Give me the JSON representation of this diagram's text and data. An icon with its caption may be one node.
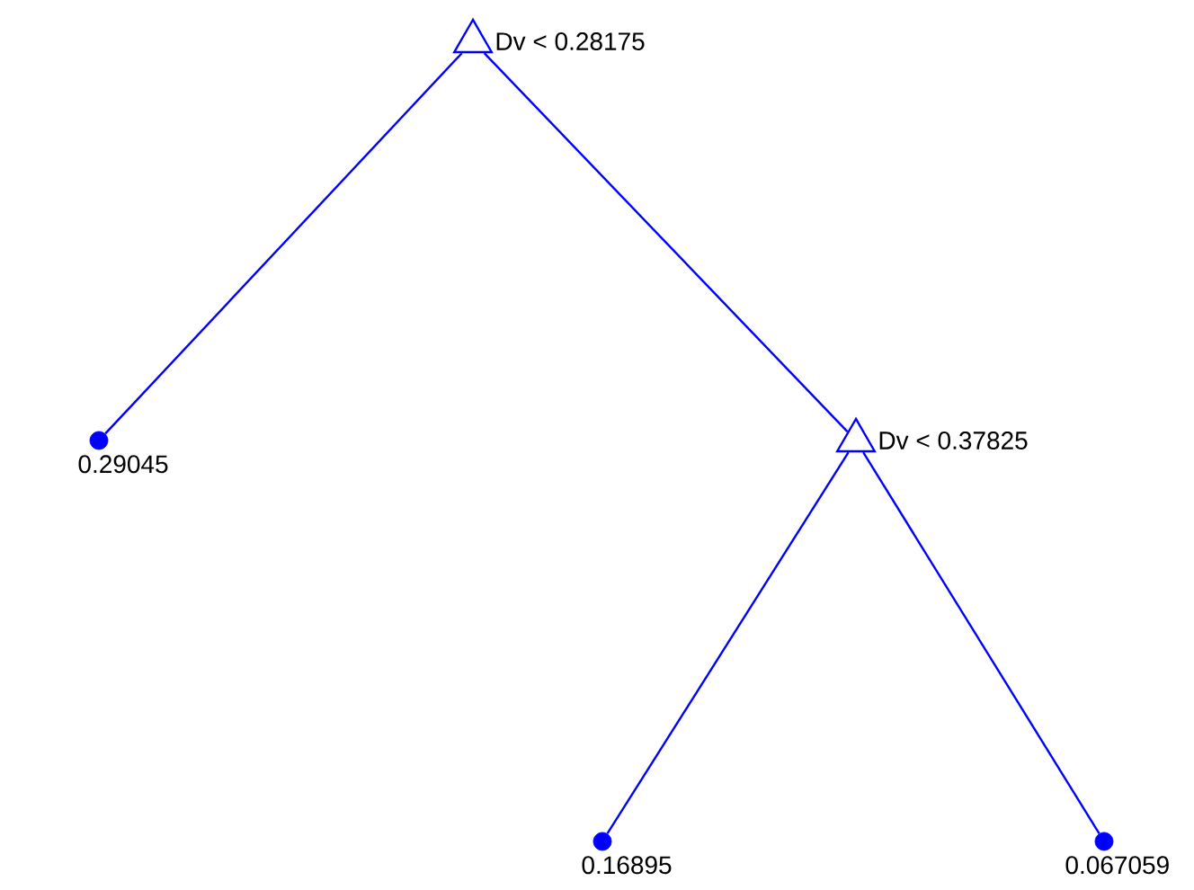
{
  "diagram": {
    "nodes": [
      {
        "text": [],
        "shape": "triangle",
        "beside": [
          "Dv < 0.28175"
        ]
      },
      {
        "text": [],
        "shape": "circle",
        "beside": [
          "0.29045"
        ]
      },
      {
        "text": [],
        "shape": "triangle",
        "beside": [
          "Dv < 0.37825"
        ]
      },
      {
        "text": [],
        "shape": "circle",
        "beside": [
          "0.16895"
        ]
      },
      {
        "text": [],
        "shape": "circle",
        "beside": [
          "0.067059"
        ]
      }
    ],
    "edges": [
      {
        "from": 0,
        "to": 1,
        "arrow": "none"
      },
      {
        "from": 0,
        "to": 2,
        "arrow": "none"
      },
      {
        "from": 2,
        "to": 3,
        "arrow": "none"
      },
      {
        "from": 2,
        "to": 4,
        "arrow": "none"
      }
    ]
  }
}
